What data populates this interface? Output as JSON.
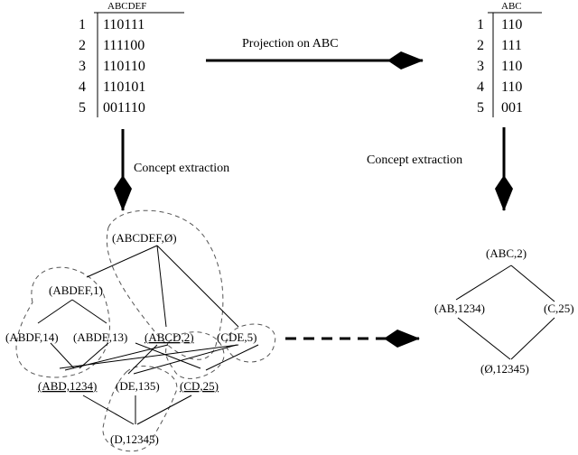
{
  "left_table": {
    "header": "ABCDEF",
    "rows": [
      {
        "id": "1",
        "value": "110111"
      },
      {
        "id": "2",
        "value": "111100"
      },
      {
        "id": "3",
        "value": "110110"
      },
      {
        "id": "4",
        "value": "110101"
      },
      {
        "id": "5",
        "value": "001110"
      }
    ]
  },
  "right_table": {
    "header": "ABC",
    "rows": [
      {
        "id": "1",
        "value": "110"
      },
      {
        "id": "2",
        "value": "111"
      },
      {
        "id": "3",
        "value": "110"
      },
      {
        "id": "4",
        "value": "110"
      },
      {
        "id": "5",
        "value": "001"
      }
    ]
  },
  "labels": {
    "projection": "Projection on ABC",
    "concept_left": "Concept extraction",
    "concept_right": "Concept extraction"
  },
  "left_lattice": {
    "nodes": [
      {
        "id": "abcdef",
        "label": "(ABCDEF,Ø)",
        "underline": false
      },
      {
        "id": "abdef",
        "label": "(ABDEF,1)",
        "underline": false
      },
      {
        "id": "abdf",
        "label": "(ABDF,14)",
        "underline": false
      },
      {
        "id": "abde",
        "label": "(ABDE,13)",
        "underline": false
      },
      {
        "id": "abcd",
        "label": "(ABCD,2)",
        "underline": true
      },
      {
        "id": "cde",
        "label": "(CDE,5)",
        "underline": false
      },
      {
        "id": "abd",
        "label": "(ABD,1234)",
        "underline": true
      },
      {
        "id": "de",
        "label": "(DE,135)",
        "underline": false
      },
      {
        "id": "cd",
        "label": "(CD,25)",
        "underline": true
      },
      {
        "id": "d",
        "label": "(D,12345)",
        "underline": false
      }
    ]
  },
  "right_lattice": {
    "nodes": [
      {
        "id": "abc",
        "label": "(ABC,2)"
      },
      {
        "id": "ab",
        "label": "(AB,1234)"
      },
      {
        "id": "c",
        "label": "(C,25)"
      },
      {
        "id": "empty",
        "label": "(Ø,12345)"
      }
    ]
  }
}
